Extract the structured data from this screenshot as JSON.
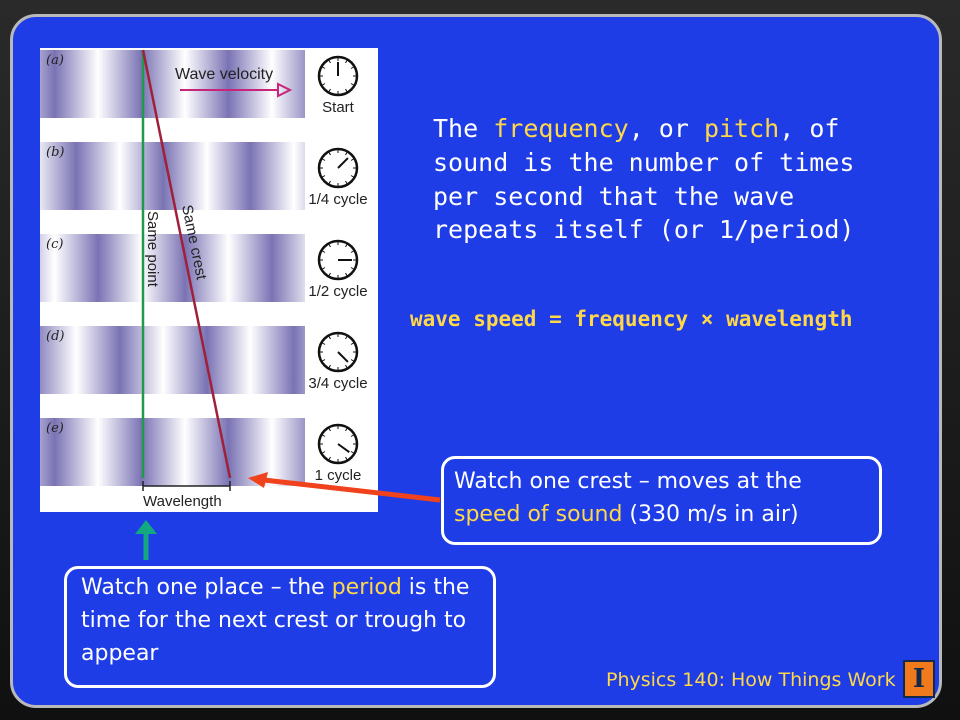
{
  "slide": {
    "main_text": {
      "p1": "The ",
      "frequency": "frequency",
      "p2": ", or ",
      "pitch": "pitch",
      "p3": ", of sound is the number of times per second that the wave repeats itself (or 1/period)"
    },
    "equation": "wave speed = frequency × wavelength",
    "callout_crest": {
      "t1": "Watch one crest – moves at the ",
      "highlight": "speed of sound",
      "t2": " (330 m/s in air)"
    },
    "callout_place": {
      "t1": "Watch one place – the ",
      "highlight": "period",
      "t2": " is the time for the next crest or trough to appear"
    },
    "footer": "Physics 140: How Things Work",
    "logo_letter": "I"
  },
  "figure": {
    "rows": [
      {
        "label": "(a)",
        "caption": "Start",
        "fraction": 0
      },
      {
        "label": "(b)",
        "caption": "1/4 cycle",
        "fraction": 0.25
      },
      {
        "label": "(c)",
        "caption": "1/2 cycle",
        "fraction": 0.5
      },
      {
        "label": "(d)",
        "caption": "3/4 cycle",
        "fraction": 0.75
      },
      {
        "label": "(e)",
        "caption": "1 cycle",
        "fraction": 1
      }
    ],
    "wave_velocity_label": "Wave velocity",
    "same_point_label": "Same point",
    "same_crest_label": "Same crest",
    "wavelength_label": "Wavelength"
  },
  "colors": {
    "background": "#1f3de6",
    "highlight": "#ffd84a",
    "crest_line": "#a0203a",
    "point_line": "#1e9a4a",
    "wave_velocity_arrow": "#c8247a",
    "red_arrow": "#f0421c",
    "teal_arrow": "#12a882"
  }
}
